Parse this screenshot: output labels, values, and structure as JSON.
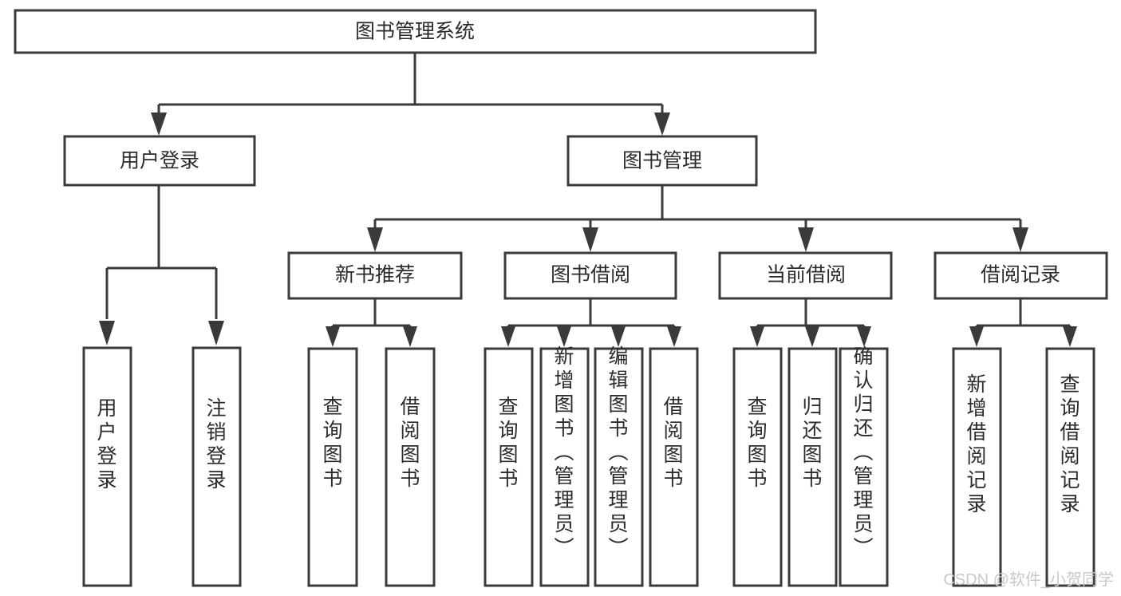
{
  "diagram": {
    "title": "图书管理系统",
    "type": "tree-hierarchy-chart",
    "colors": {
      "box_stroke": "#3a3a3a",
      "box_fill": "#ffffff",
      "text": "#2b2b2b",
      "connector": "#3a3a3a",
      "watermark": "#c9c9c9",
      "background": "#ffffff"
    },
    "levels": [
      {
        "level": 1,
        "nodes": [
          {
            "id": "root",
            "label": "图书管理系统",
            "orientation": "horizontal"
          }
        ]
      },
      {
        "level": 2,
        "nodes": [
          {
            "id": "login",
            "label": "用户登录",
            "orientation": "horizontal",
            "parent": "root"
          },
          {
            "id": "bookmgmt",
            "label": "图书管理",
            "orientation": "horizontal",
            "parent": "root"
          }
        ]
      },
      {
        "level": 3,
        "nodes": [
          {
            "id": "newbook",
            "label": "新书推荐",
            "orientation": "horizontal",
            "parent": "bookmgmt"
          },
          {
            "id": "borrow",
            "label": "图书借阅",
            "orientation": "horizontal",
            "parent": "bookmgmt"
          },
          {
            "id": "current",
            "label": "当前借阅",
            "orientation": "horizontal",
            "parent": "bookmgmt"
          },
          {
            "id": "records",
            "label": "借阅记录",
            "orientation": "horizontal",
            "parent": "bookmgmt"
          }
        ]
      },
      {
        "level": 4,
        "nodes": [
          {
            "id": "leaf-user-login",
            "label": "用户登录",
            "orientation": "vertical",
            "parent": "login"
          },
          {
            "id": "leaf-user-logout",
            "label": "注销登录",
            "orientation": "vertical",
            "parent": "login"
          },
          {
            "id": "leaf-nb-query",
            "label": "查询图书",
            "orientation": "vertical",
            "parent": "newbook"
          },
          {
            "id": "leaf-nb-borrow",
            "label": "借阅图书",
            "orientation": "vertical",
            "parent": "newbook"
          },
          {
            "id": "leaf-bo-query",
            "label": "查询图书",
            "orientation": "vertical",
            "parent": "borrow"
          },
          {
            "id": "leaf-bo-add",
            "label": "新增图书（管理员）",
            "orientation": "vertical",
            "parent": "borrow"
          },
          {
            "id": "leaf-bo-edit",
            "label": "编辑图书（管理员）",
            "orientation": "vertical",
            "parent": "borrow"
          },
          {
            "id": "leaf-bo-borrow",
            "label": "借阅图书",
            "orientation": "vertical",
            "parent": "borrow"
          },
          {
            "id": "leaf-cur-query",
            "label": "查询图书",
            "orientation": "vertical",
            "parent": "current"
          },
          {
            "id": "leaf-cur-return",
            "label": "归还图书",
            "orientation": "vertical",
            "parent": "current"
          },
          {
            "id": "leaf-cur-confirm",
            "label": "确认归还（管理员）",
            "orientation": "vertical",
            "parent": "current"
          },
          {
            "id": "leaf-rec-add",
            "label": "新增借阅记录",
            "orientation": "vertical",
            "parent": "records"
          },
          {
            "id": "leaf-rec-query",
            "label": "查询借阅记录",
            "orientation": "vertical",
            "parent": "records"
          }
        ]
      }
    ]
  },
  "watermark": {
    "text": "CSDN @软件_小贺同学"
  }
}
